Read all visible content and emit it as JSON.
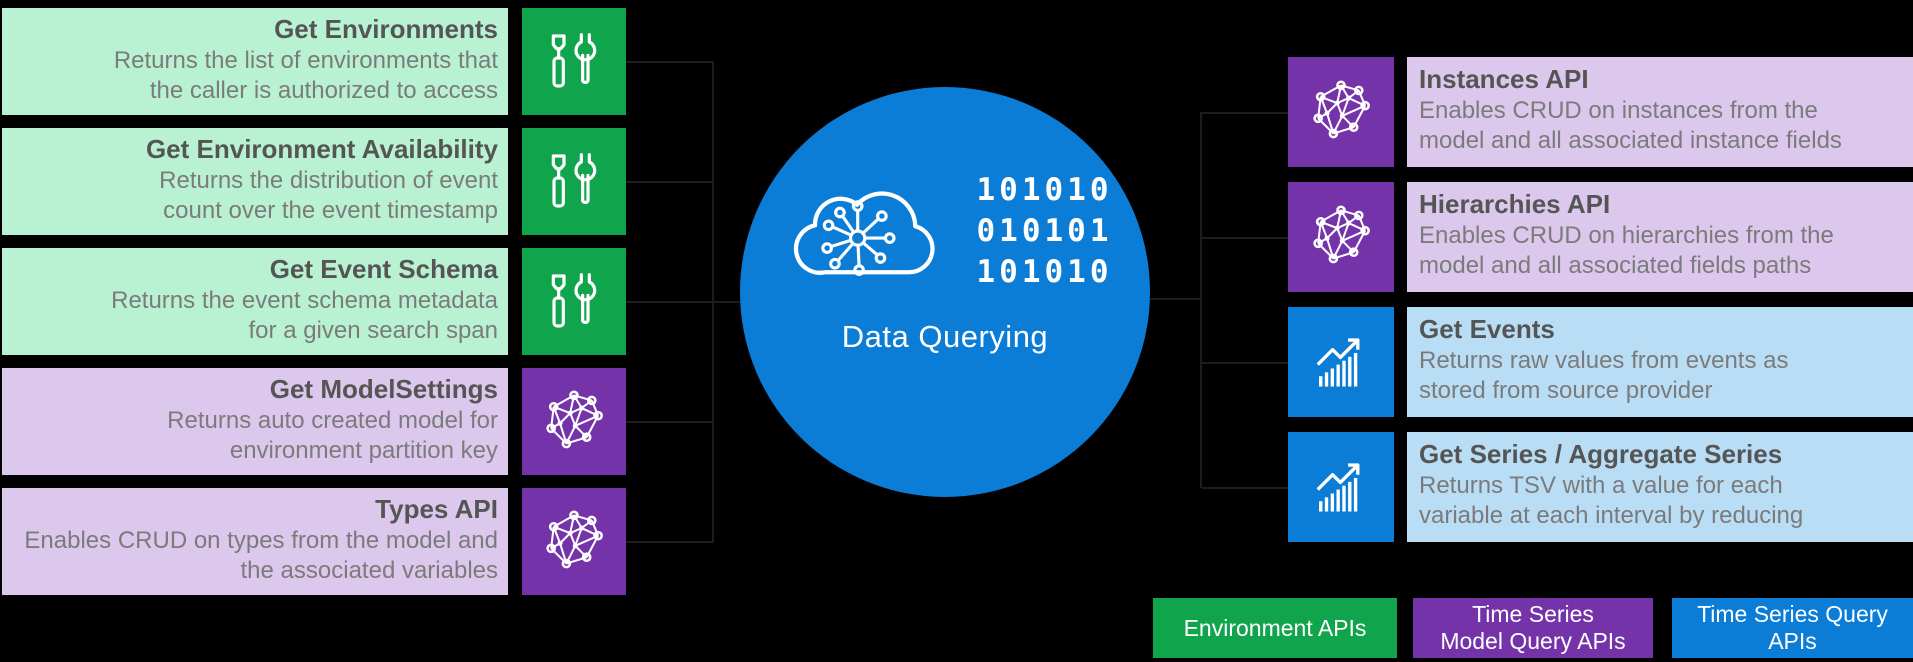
{
  "colors": {
    "background": "#000000",
    "environment_light": "#B9F2D3",
    "environment_accent": "#10A44D",
    "model_light": "#DCC8EC",
    "model_accent": "#7433A9",
    "query_light": "#B9DDF5",
    "query_accent": "#0B7DD7",
    "title_text": "#555555",
    "body_text": "#7B7B7B"
  },
  "left_apis": [
    {
      "title": "Get Environments",
      "desc_lines": [
        "Returns the list of environments that",
        "the caller is authorized to access"
      ],
      "category": "Environment APIs"
    },
    {
      "title": "Get Environment Availability",
      "desc_lines": [
        "Returns the distribution of event",
        "count over the event timestamp"
      ],
      "category": "Environment APIs"
    },
    {
      "title": "Get Event Schema",
      "desc_lines": [
        "Returns the event schema metadata",
        "for a given search span"
      ],
      "category": "Environment APIs"
    },
    {
      "title": "Get ModelSettings",
      "desc_lines": [
        "Returns auto created model for",
        "environment partition key"
      ],
      "category": "Time Series Model Query APIs"
    },
    {
      "title": "Types API",
      "desc_lines": [
        "Enables CRUD on types from the model and",
        "the associated variables"
      ],
      "category": "Time Series Model Query APIs"
    }
  ],
  "right_apis": [
    {
      "title": "Instances API",
      "desc_lines": [
        "Enables CRUD on instances from the",
        "model and all associated instance fields"
      ],
      "category": "Time Series Model Query APIs"
    },
    {
      "title": "Hierarchies API",
      "desc_lines": [
        "Enables CRUD on hierarchies from the",
        "model and all associated fields paths"
      ],
      "category": "Time Series Model Query APIs"
    },
    {
      "title": "Get Events",
      "desc_lines": [
        "Returns raw values from events as",
        "stored from source provider"
      ],
      "category": "Time Series Query APIs"
    },
    {
      "title": "Get Series / Aggregate Series",
      "desc_lines": [
        "Returns TSV with a value for each",
        "variable at each interval by reducing"
      ],
      "category": "Time Series Query APIs"
    }
  ],
  "center": {
    "label": "Data Querying",
    "binary_lines": [
      "101010",
      "010101",
      "101010"
    ]
  },
  "legend": [
    {
      "label_lines": [
        "Environment APIs"
      ],
      "color": "#10A44D"
    },
    {
      "label_lines": [
        "Time Series",
        "Model Query APIs"
      ],
      "color": "#7433A9"
    },
    {
      "label_lines": [
        "Time Series Query",
        "APIs"
      ],
      "color": "#0B7DD7"
    }
  ]
}
